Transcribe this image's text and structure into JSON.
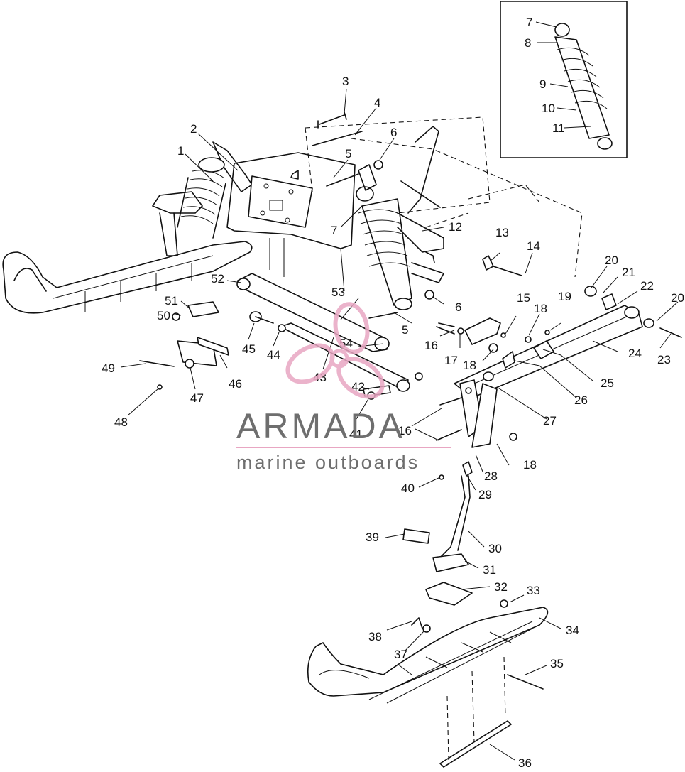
{
  "diagram": {
    "callouts": [
      {
        "num": "1"
      },
      {
        "num": "2"
      },
      {
        "num": "3"
      },
      {
        "num": "4"
      },
      {
        "num": "5"
      },
      {
        "num": "6"
      },
      {
        "num": "7"
      },
      {
        "num": "12"
      },
      {
        "num": "13"
      },
      {
        "num": "14"
      },
      {
        "num": "15"
      },
      {
        "num": "18"
      },
      {
        "num": "19"
      },
      {
        "num": "20"
      },
      {
        "num": "21"
      },
      {
        "num": "22"
      },
      {
        "num": "20"
      },
      {
        "num": "23"
      },
      {
        "num": "24"
      },
      {
        "num": "25"
      },
      {
        "num": "26"
      },
      {
        "num": "27"
      },
      {
        "num": "18"
      },
      {
        "num": "17"
      },
      {
        "num": "18"
      },
      {
        "num": "16"
      },
      {
        "num": "5"
      },
      {
        "num": "6"
      },
      {
        "num": "53"
      },
      {
        "num": "52"
      },
      {
        "num": "51"
      },
      {
        "num": "50"
      },
      {
        "num": "45"
      },
      {
        "num": "44"
      },
      {
        "num": "54"
      },
      {
        "num": "43"
      },
      {
        "num": "42"
      },
      {
        "num": "41"
      },
      {
        "num": "46"
      },
      {
        "num": "49"
      },
      {
        "num": "47"
      },
      {
        "num": "48"
      },
      {
        "num": "16"
      },
      {
        "num": "28"
      },
      {
        "num": "29"
      },
      {
        "num": "40"
      },
      {
        "num": "39"
      },
      {
        "num": "30"
      },
      {
        "num": "31"
      },
      {
        "num": "32"
      },
      {
        "num": "33"
      },
      {
        "num": "34"
      },
      {
        "num": "38"
      },
      {
        "num": "37"
      },
      {
        "num": "35"
      },
      {
        "num": "36"
      }
    ],
    "inset_callouts": [
      {
        "num": "7"
      },
      {
        "num": "8"
      },
      {
        "num": "9"
      },
      {
        "num": "10"
      },
      {
        "num": "11"
      }
    ]
  },
  "watermark": {
    "title": "ARMADA",
    "subtitle": "marine outboards",
    "color": "#e8a6c2"
  }
}
